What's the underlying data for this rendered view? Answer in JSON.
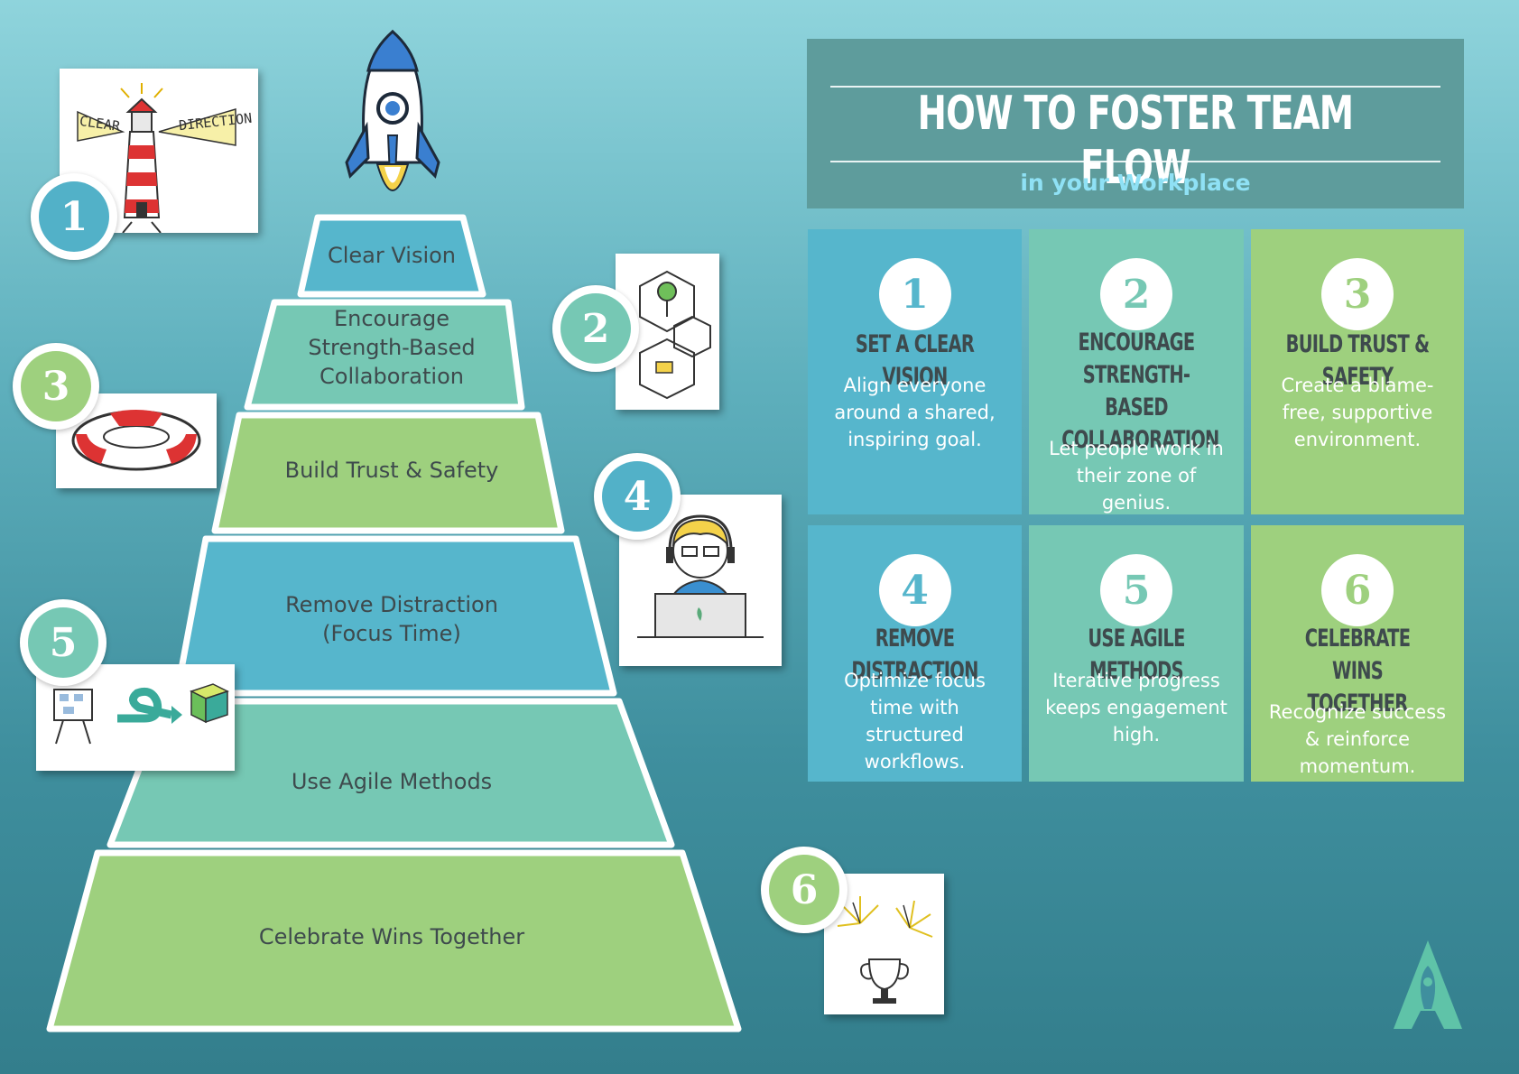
{
  "title": "HOW TO FOSTER TEAM FLOW",
  "subtitle": "in your Workplace",
  "pyramid": [
    {
      "label": "Clear Vision",
      "color": "#56b6cc"
    },
    {
      "label": "Encourage\nStrength-Based\nCollaboration",
      "color": "#76c8b4"
    },
    {
      "label": "Build Trust & Safety",
      "color": "#9ed07e"
    },
    {
      "label": "Remove Distraction\n(Focus Time)",
      "color": "#56b6cc"
    },
    {
      "label": "Use Agile Methods",
      "color": "#76c8b4"
    },
    {
      "label": "Celebrate Wins Together",
      "color": "#9ed07e"
    }
  ],
  "illustrations": [
    {
      "number": "1",
      "icon": "lighthouse-icon",
      "text_left": "CLEAR",
      "text_right": "DIRECTION"
    },
    {
      "number": "2",
      "icon": "hexagon-network-icon"
    },
    {
      "number": "3",
      "icon": "life-ring-icon"
    },
    {
      "number": "4",
      "icon": "person-laptop-icon"
    },
    {
      "number": "5",
      "icon": "agile-process-icon"
    },
    {
      "number": "6",
      "icon": "trophy-fireworks-icon"
    }
  ],
  "steps": [
    {
      "number": "1",
      "heading": "SET A CLEAR VISION",
      "description": "Align everyone around a shared, inspiring goal.",
      "color": "#56b6cc"
    },
    {
      "number": "2",
      "heading": "ENCOURAGE STRENGTH-BASED COLLABORATION",
      "description": "Let people work in their zone of genius.",
      "color": "#76c8b4"
    },
    {
      "number": "3",
      "heading": "BUILD TRUST & SAFETY",
      "description": "Create a blame-free, supportive environment.",
      "color": "#9ed07e"
    },
    {
      "number": "4",
      "heading": "REMOVE DISTRACTION",
      "description": "Optimize focus time with structured workflows.",
      "color": "#56b6cc"
    },
    {
      "number": "5",
      "heading": "USE AGILE METHODS",
      "description": "Iterative progress keeps engagement high.",
      "color": "#76c8b4"
    },
    {
      "number": "6",
      "heading": "CELEBRATE WINS TOGETHER",
      "description": "Recognize success & reinforce momentum.",
      "color": "#9ed07e"
    }
  ],
  "icons": {
    "rocket": "rocket-icon",
    "logo": "rocket-logo-icon"
  }
}
